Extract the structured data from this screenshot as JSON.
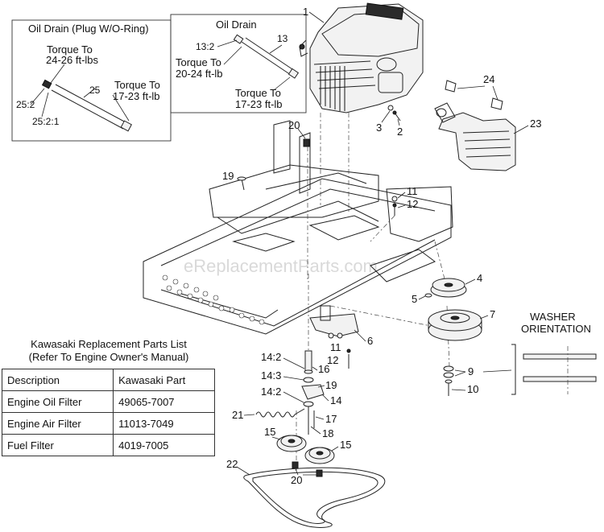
{
  "watermark": "eReplacementParts.com",
  "box_left": {
    "title": "Oil Drain (Plug W/O-Ring)",
    "torque_top": "Torque To",
    "torque_top_value": "24-26 ft-lbs",
    "torque_right": "Torque To",
    "torque_right_value": "17-23 ft-lb",
    "labels": [
      "25",
      "25:2",
      "25:2:1"
    ]
  },
  "box_mid": {
    "title": "Oil Drain",
    "torque_left": "Torque To",
    "torque_left_value": "20-24 ft-lb",
    "torque_bottom": "Torque To",
    "torque_bottom_value": "17-23 ft-lb",
    "labels": [
      "13:2",
      "13"
    ]
  },
  "callouts": {
    "c1": "1",
    "c2": "2",
    "c3": "3",
    "c4": "4",
    "c5": "5",
    "c6": "6",
    "c7": "7",
    "c9": "9",
    "c10": "10",
    "c11a": "11",
    "c11b": "11",
    "c12a": "12",
    "c12b": "12",
    "c14": "14",
    "c14_2a": "14:2",
    "c14_3": "14:3",
    "c14_2b": "14:2",
    "c15a": "15",
    "c15b": "15",
    "c16": "16",
    "c17": "17",
    "c18": "18",
    "c19a": "19",
    "c19b": "19",
    "c20a": "20",
    "c20b": "20",
    "c21": "21",
    "c22": "22",
    "c23": "23",
    "c24": "24"
  },
  "washer_orientation": {
    "line1": "WASHER",
    "line2": "ORIENTATION"
  },
  "parts_list": {
    "title_line1": "Kawasaki Replacement Parts List",
    "title_line2": "(Refer To Engine Owner's Manual)",
    "headers": [
      "Description",
      "Kawasaki Part"
    ],
    "rows": [
      [
        "Engine Oil Filter",
        "49065-7007"
      ],
      [
        "Engine Air Filter",
        "11013-7049"
      ],
      [
        "Fuel Filter",
        "4019-7005"
      ]
    ]
  }
}
